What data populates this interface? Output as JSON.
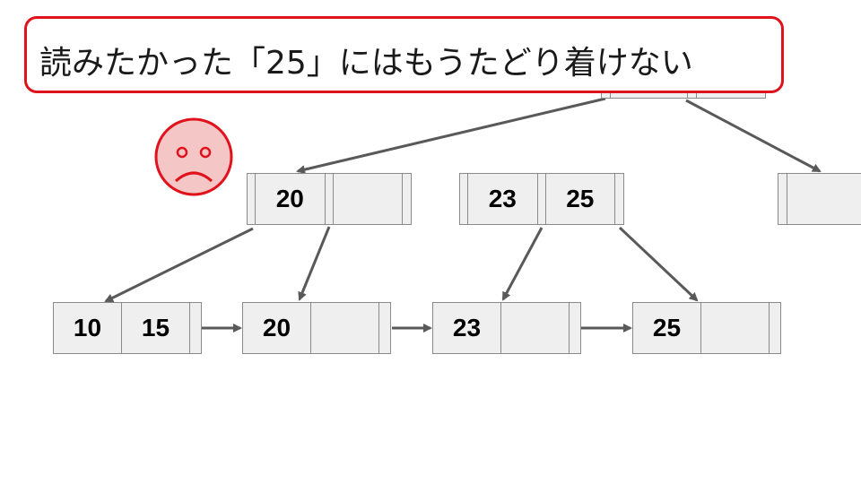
{
  "callout": {
    "text": "読みたかった「25」にはもうたどり着けない",
    "border_color": "#e0121b"
  },
  "sad_face": {
    "icon": "sad-face-icon",
    "fill": "#f5c6c6",
    "stroke": "#e0121b"
  },
  "tree": {
    "internal": {
      "left": {
        "keys": [
          "20",
          ""
        ]
      },
      "middle": {
        "keys": [
          "23",
          "25"
        ]
      },
      "right": {
        "keys": []
      }
    },
    "leaves": [
      {
        "keys": [
          "10",
          "15"
        ]
      },
      {
        "keys": [
          "20",
          ""
        ]
      },
      {
        "keys": [
          "23",
          ""
        ]
      },
      {
        "keys": [
          "25",
          ""
        ]
      }
    ]
  },
  "colors": {
    "node_fill": "#efefef",
    "node_border": "#8a8a8a",
    "arrow": "#595959"
  }
}
